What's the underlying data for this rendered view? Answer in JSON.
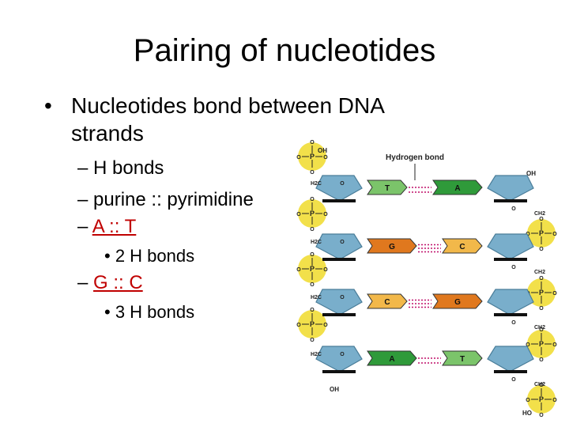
{
  "slide": {
    "title": "Pairing of nucleotides",
    "bullet": "Nucleotides bond between DNA strands",
    "bullet_marker": "•",
    "sub": [
      {
        "dash": "–",
        "text": "H bonds"
      },
      {
        "dash": "–",
        "text": "purine :: pyrimidine"
      },
      {
        "dash": "–",
        "text": "A :: T"
      },
      {
        "dash": "–",
        "text": "G :: C"
      }
    ],
    "subsub": [
      {
        "marker": "•",
        "text": "2 H bonds"
      },
      {
        "marker": "•",
        "text": "3 H bonds"
      }
    ]
  },
  "diagram": {
    "hbond_label": "Hydrogen bond",
    "phosphate": "P",
    "oxygen": "O",
    "oh": "OH",
    "ho": "HO",
    "h2c": "H2C",
    "ch2": "CH2",
    "pairs": [
      {
        "left": "T",
        "right": "A"
      },
      {
        "left": "G",
        "right": "C"
      },
      {
        "left": "C",
        "right": "G"
      },
      {
        "left": "A",
        "right": "T"
      }
    ],
    "colors": {
      "phosphate": "#f2e04a",
      "sugar": "#79aecb",
      "T": "#7bc46a",
      "A": "#2f9a3a",
      "G": "#e0781e",
      "C": "#f2b84a"
    }
  }
}
